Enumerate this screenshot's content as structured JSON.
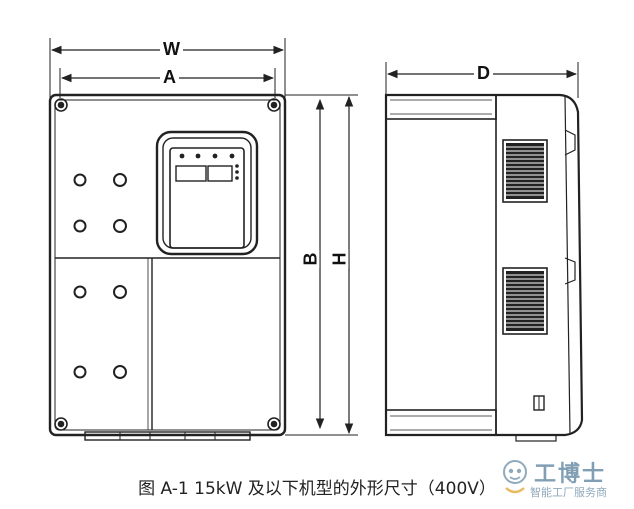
{
  "dimensions": {
    "width_label": "W",
    "a_label": "A",
    "depth_label": "D",
    "b_label": "B",
    "height_label": "H"
  },
  "caption": "图 A-1 15kW 及以下机型的外形尺寸（400V）",
  "watermark": {
    "title": "工博士",
    "subtitle": "智能工厂服务商",
    "logo_icon": "robot-logo-icon"
  },
  "colors": {
    "line": "#222222",
    "watermark": "#6c8fa8"
  }
}
